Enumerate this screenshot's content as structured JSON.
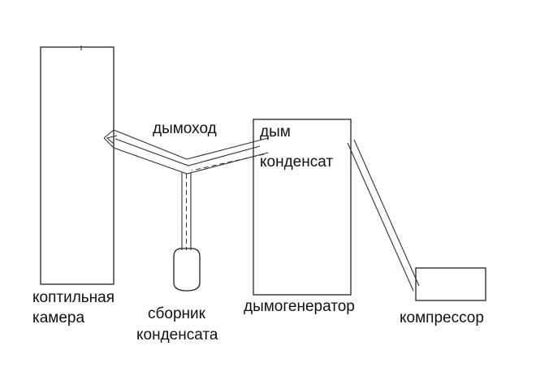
{
  "labels": {
    "chimney": "дымоход",
    "smoke": "дым",
    "condensate": "конденсат",
    "chamber_line1": "коптильная",
    "chamber_line2": "камера",
    "collector_line1": "сборник",
    "collector_line2": "конденсата",
    "generator": "дымогенератор",
    "compressor": "компрессор"
  }
}
